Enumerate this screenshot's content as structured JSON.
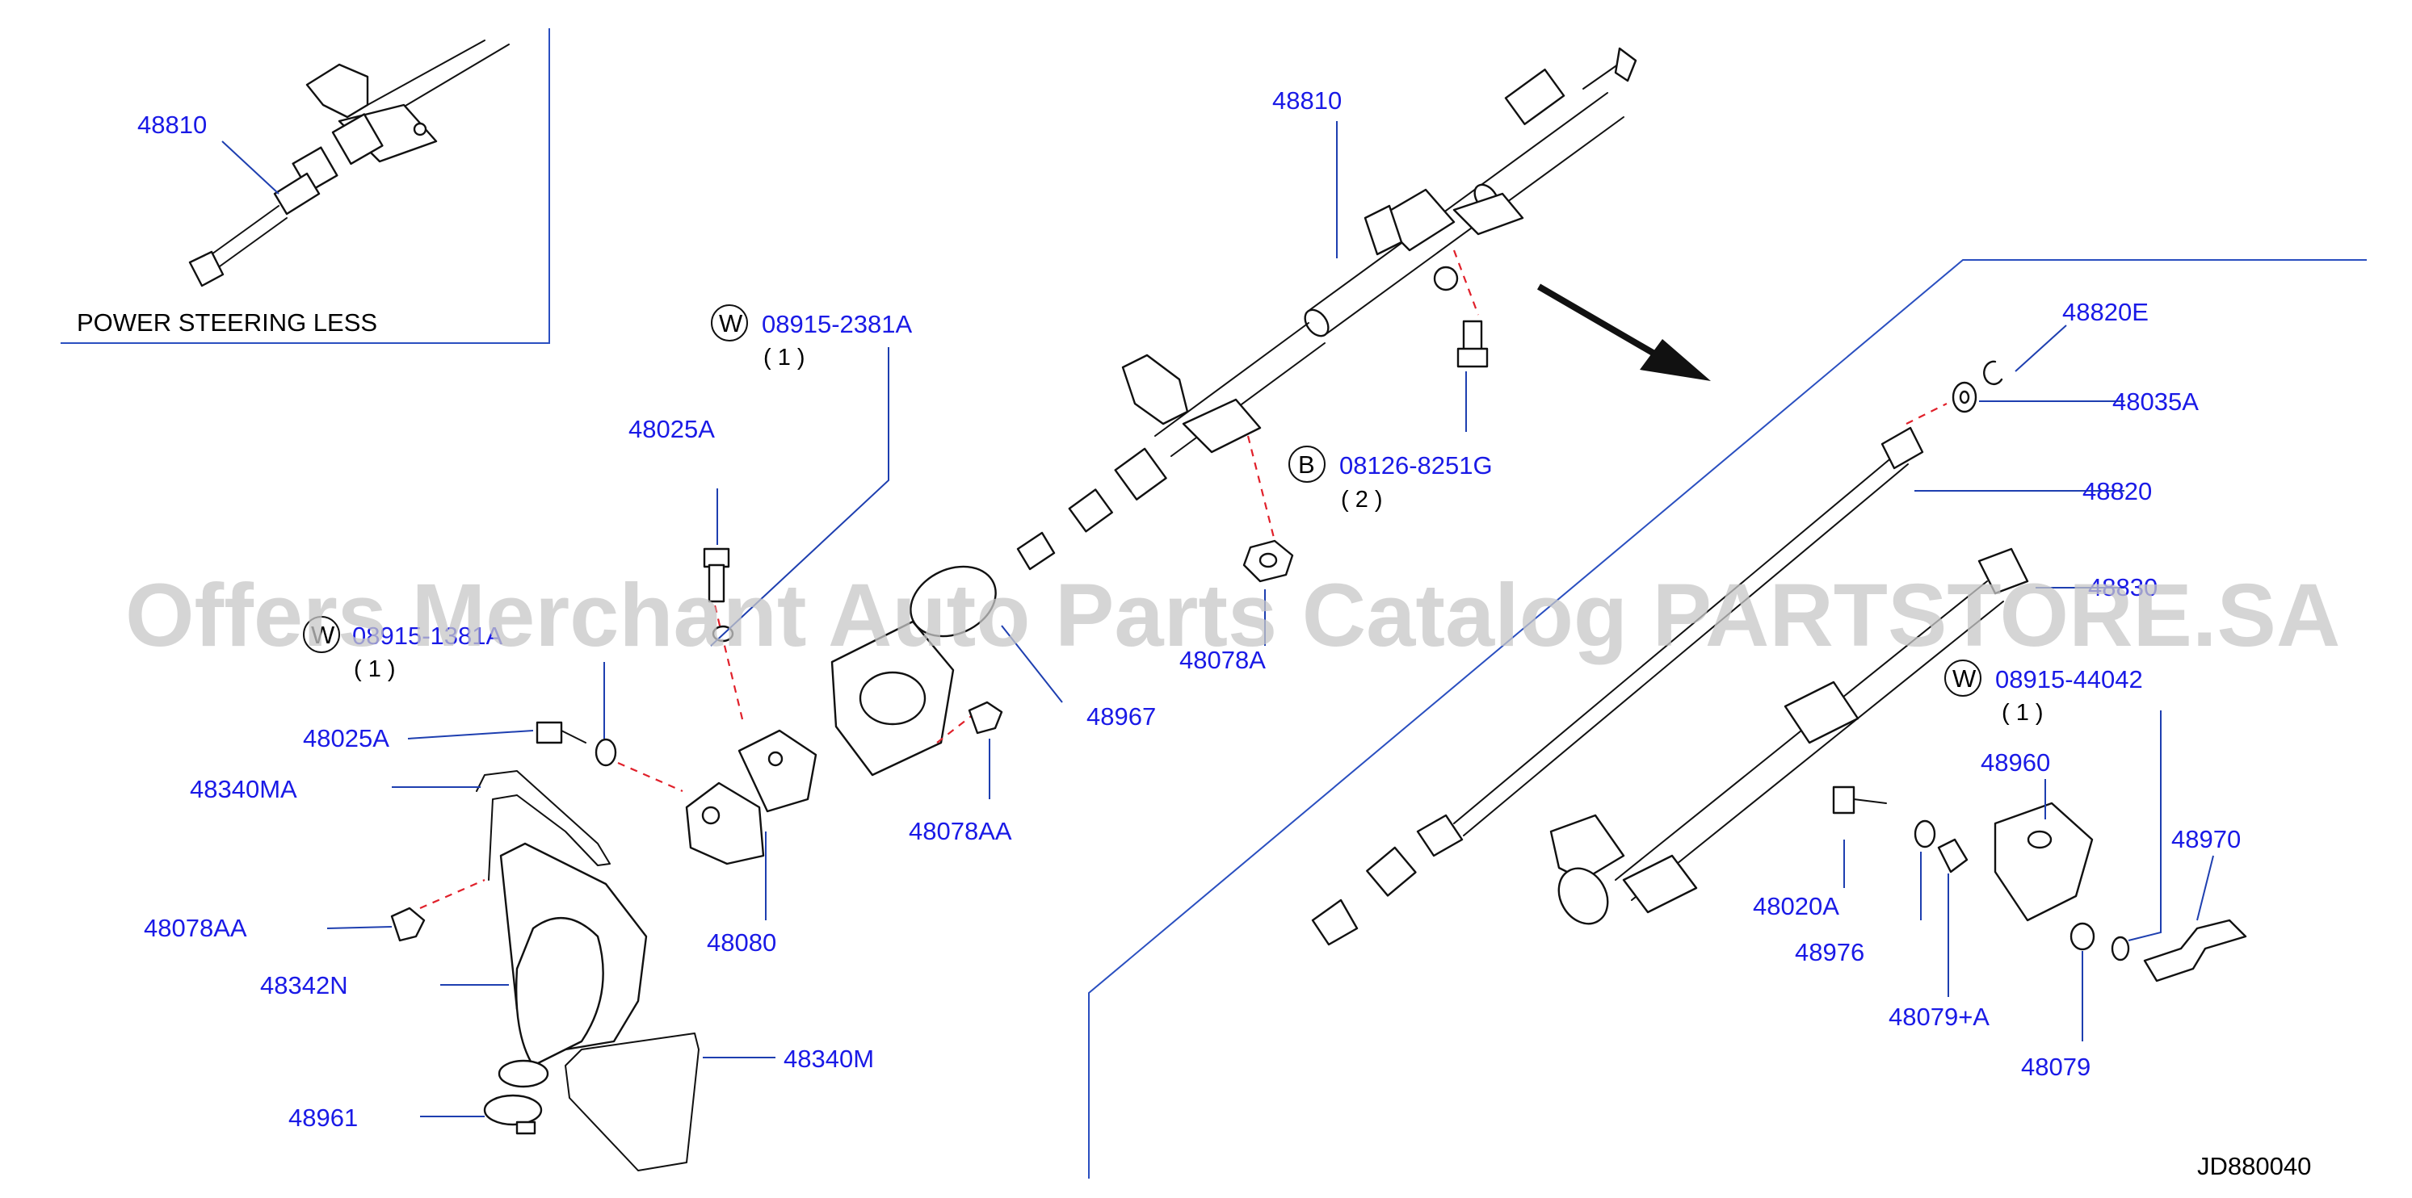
{
  "inset": {
    "caption": "POWER  STEERING  LESS",
    "label": "48810"
  },
  "labels": {
    "l_48810_top": "48810",
    "l_48820E": "48820E",
    "l_48035A": "48035A",
    "l_48820": "48820",
    "l_48830": "48830",
    "l_48960": "48960",
    "l_48970": "48970",
    "l_48020A": "48020A",
    "l_48976": "48976",
    "l_48079A": "48079+A",
    "l_48079": "48079",
    "l_48025A_top": "48025A",
    "l_48025A_mid": "48025A",
    "l_48340MA": "48340MA",
    "l_48078AA_left": "48078AA",
    "l_48342N": "48342N",
    "l_48961": "48961",
    "l_48340M": "48340M",
    "l_48080": "48080",
    "l_48078AA_mid": "48078AA",
    "l_48967": "48967",
    "l_48078A": "48078A"
  },
  "fasteners": {
    "w1": {
      "symbol": "W",
      "part": "08915-2381A",
      "qty": "( 1 )"
    },
    "w2": {
      "symbol": "W",
      "part": "08915-1381A",
      "qty": "( 1 )"
    },
    "w3": {
      "symbol": "W",
      "part": "08915-44042",
      "qty": "( 1 )"
    },
    "b1": {
      "symbol": "B",
      "part": "08126-8251G",
      "qty": "( 2 )"
    }
  },
  "watermark": "Offers Merchant Auto Parts Catalog PARTSTORE.SA",
  "diagram_code": "JD880040",
  "colors": {
    "label": "#1a1ae6",
    "leader": "#1e3fb0",
    "dashed": "#e0202a",
    "ink": "#111111",
    "watermark": "#c8c8c8"
  }
}
